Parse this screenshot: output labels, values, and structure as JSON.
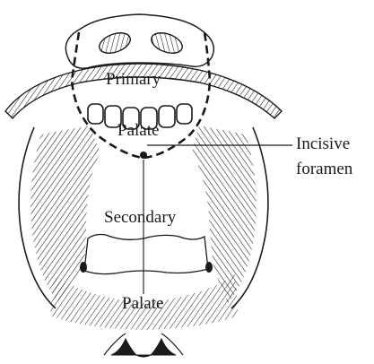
{
  "labels": {
    "primary": "Primary",
    "palate_upper": "Palate",
    "secondary": "Secondary",
    "palate_lower": "Palate",
    "incisive": "Incisive",
    "foramen": "foramen"
  },
  "colors": {
    "ink": "#1a1a1a",
    "background": "#ffffff"
  }
}
